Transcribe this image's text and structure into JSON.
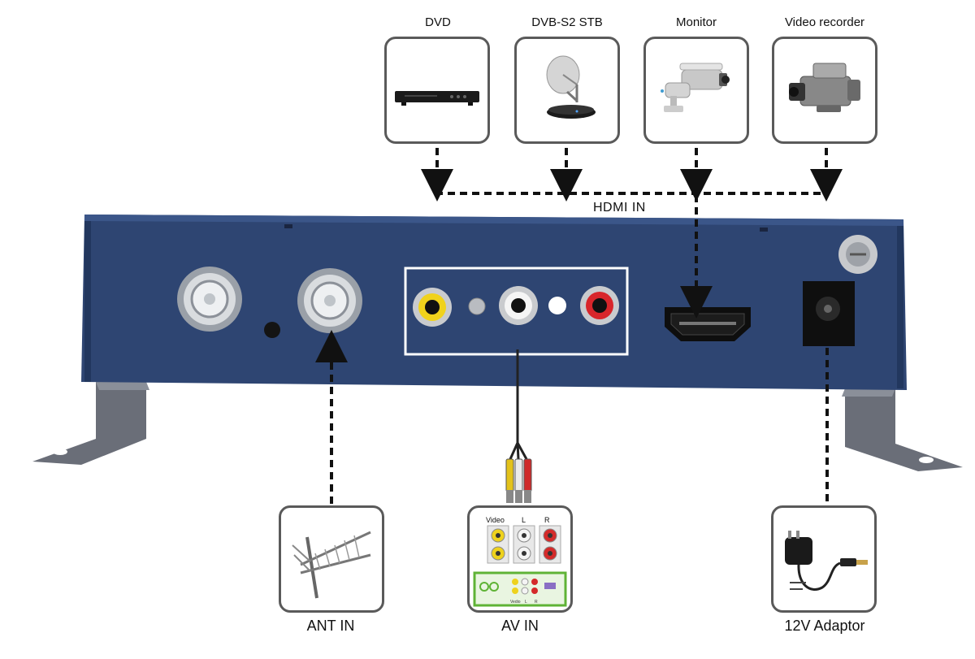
{
  "devices": {
    "dvd": "DVD",
    "stb": "DVB-S2 STB",
    "monitor": "Monitor",
    "recorder": "Video recorder"
  },
  "labels": {
    "hdmi_in": "HDMI IN",
    "ant_in": "ANT IN",
    "av_in": "AV  IN",
    "adaptor": "12V Adaptor"
  },
  "av_panel": {
    "video": "Video",
    "left": "L",
    "right": "R",
    "small_video": "Vedio",
    "small_left": "L",
    "small_right": "R"
  },
  "colors": {
    "chassis": "#2e4572",
    "chassis_dark": "#1d2d4e",
    "bracket": "#6b6f78",
    "rca_yellow": "#f0d21c",
    "rca_white": "#f2f2f2",
    "rca_red": "#d8262b",
    "dashed_arrow": "#111111"
  }
}
